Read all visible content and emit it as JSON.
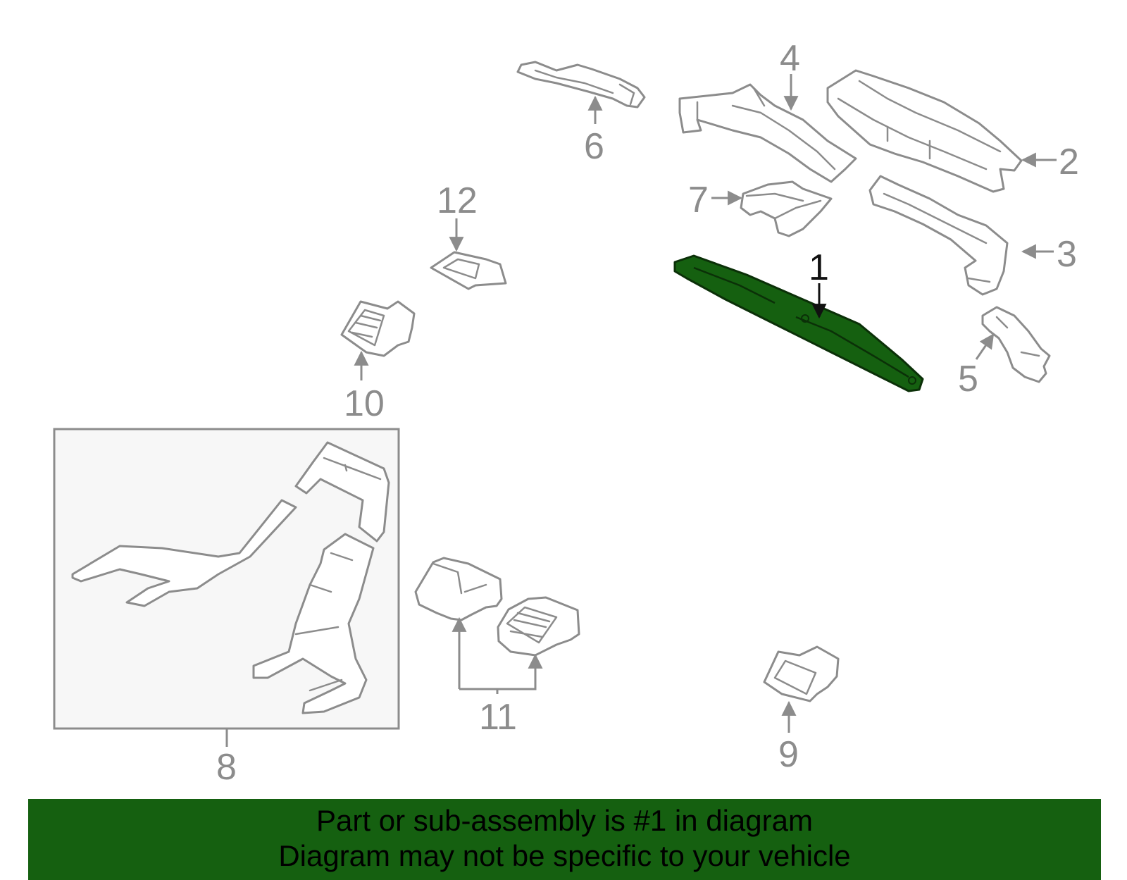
{
  "colors": {
    "highlight": "#156010",
    "outline": "#8c8c8c",
    "highlight_label": "#111111",
    "sub_assembly_bg": "#f7f7f7"
  },
  "callouts": {
    "c1": "1",
    "c2": "2",
    "c3": "3",
    "c4": "4",
    "c5": "5",
    "c6": "6",
    "c7": "7",
    "c8": "8",
    "c9": "9",
    "c10": "10",
    "c11": "11",
    "c12": "12"
  },
  "highlighted_part": "1",
  "footer": {
    "line1": "Part or sub-assembly is #1 in diagram",
    "line2": "Diagram may not be specific to your vehicle"
  }
}
